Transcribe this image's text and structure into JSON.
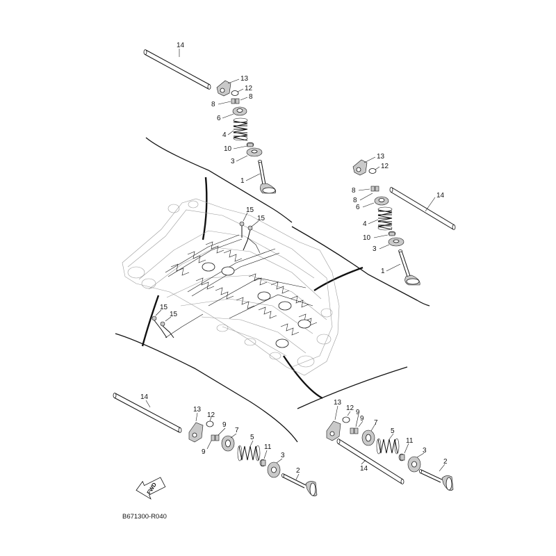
{
  "diagram": {
    "drawing_code": "B671300-R040",
    "direction_label": "FWD",
    "groups": {
      "top": {
        "labels": {
          "rod": "14",
          "arm": "13",
          "shim": "12",
          "cotter_a": "8",
          "cotter_b": "8",
          "retainer": "6",
          "spring": "4",
          "seal": "10",
          "seat": "3",
          "valve": "1"
        }
      },
      "right": {
        "labels": {
          "arm": "13",
          "shim": "12",
          "cotter_a": "8",
          "cotter_b": "8",
          "retainer": "6",
          "rod": "14",
          "spring": "4",
          "seal": "10",
          "seat": "3",
          "valve": "1"
        }
      },
      "head": {
        "labels": {
          "bolt_a": "15",
          "bolt_b": "15",
          "bolt_c": "15",
          "bolt_d": "15"
        }
      },
      "bottom_left": {
        "labels": {
          "rod": "14",
          "arm": "13",
          "shim": "12",
          "cotter_a": "9",
          "cotter_b": "9",
          "retainer": "7",
          "spring": "5",
          "seal": "11",
          "seat": "3",
          "valve": "2"
        }
      },
      "bottom_right": {
        "labels": {
          "arm": "13",
          "shim": "12",
          "cotter_a": "9",
          "cotter_b": "9",
          "retainer": "7",
          "spring": "5",
          "seal": "11",
          "seat": "3",
          "rod": "14",
          "valve": "2"
        }
      }
    }
  }
}
